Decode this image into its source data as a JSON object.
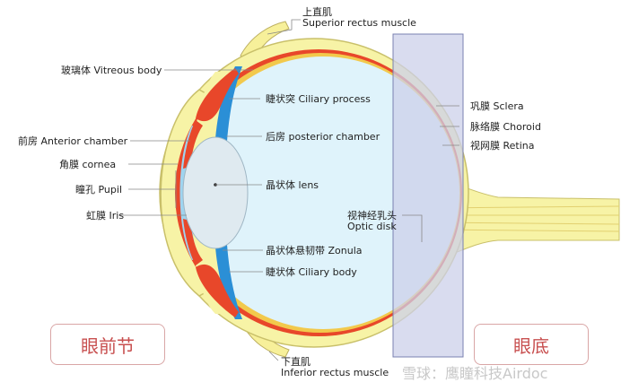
{
  "labels": {
    "superior_rectus_zh": "上直肌",
    "superior_rectus_en": "Superior rectus muscle",
    "vitreous": "玻璃体 Vitreous body",
    "ciliary_process": "睫状突  Ciliary process",
    "posterior_chamber": "后房 posterior chamber",
    "anterior_chamber": "前房 Anterior chamber",
    "cornea": "角膜 cornea",
    "pupil": "瞳孔 Pupil",
    "iris": "虹膜 Iris",
    "lens": "晶状体 lens",
    "zonula": "晶状体悬韧带 Zonula",
    "ciliary_body": "睫状体 Ciliary body",
    "sclera": "巩膜 Sclera",
    "choroid": "脉络膜 Choroid",
    "retina": "视网膜 Retina",
    "optic_disk_zh": "视神经乳头",
    "optic_disk_en": "Optic disk",
    "inferior_rectus_zh": "下直肌",
    "inferior_rectus_en": "Inferior rectus muscle"
  },
  "sections": {
    "anterior": "眼前节",
    "fundus": "眼底"
  },
  "watermark": "雪球：鹰瞳科技Airdoc",
  "colors": {
    "sclera": "#f7f3a6",
    "choroid": "#e8472a",
    "retina": "#f2c94c",
    "vitreous": "#dff3fb",
    "chamber": "#2b8fd6",
    "muscle": "#f7f09a",
    "fundus_box": "#ccd0ea",
    "section_text": "#c85050"
  }
}
